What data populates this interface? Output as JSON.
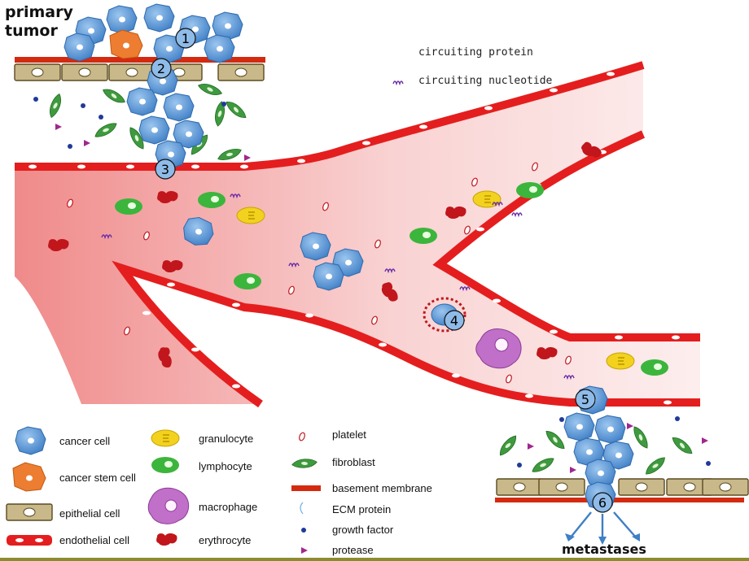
{
  "title": {
    "line1": "primary",
    "line2": "tumor"
  },
  "header_legend": {
    "protein": "circuiting protein",
    "nucleotide": "circuiting nucleotide"
  },
  "steps": [
    "1",
    "2",
    "3",
    "4",
    "5",
    "6"
  ],
  "metastases": "metastases",
  "legend": {
    "col1": [
      "cancer cell",
      "cancer stem cell",
      "epithelial cell",
      "endothelial cell"
    ],
    "col2": [
      "granulocyte",
      "lymphocyte",
      "macrophage",
      "erythrocyte"
    ],
    "col3": [
      "platelet",
      "fibroblast",
      "basement membrane",
      "ECM protein",
      "growth factor",
      "protease"
    ]
  },
  "colors": {
    "vessel": "#f7c1c1",
    "endothelium": "#e41e1e",
    "cancer_cell": "#5b9bd5",
    "stem_cell": "#ed7d31",
    "epithelial": "#c9b98a",
    "lymphocyte": "#3cb53c",
    "granulocyte": "#f2d21e",
    "macrophage": "#c070c8",
    "erythrocyte": "#c0161c",
    "fibroblast": "#3f9a3f",
    "growth_factor": "#1f3a99",
    "protease": "#a0278c"
  }
}
